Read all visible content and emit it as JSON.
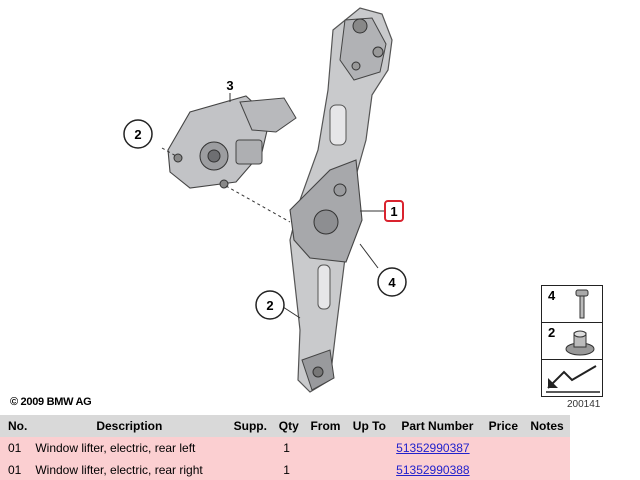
{
  "diagram": {
    "callouts": [
      "1",
      "2",
      "2",
      "3",
      "4"
    ],
    "copyright": "© 2009 BMW AG",
    "diagram_id": "200141",
    "legend": [
      {
        "number": "4",
        "icon": "bolt-icon"
      },
      {
        "number": "2",
        "icon": "nut-icon"
      }
    ]
  },
  "table": {
    "headers": [
      "No.",
      "Description",
      "Supp.",
      "Qty",
      "From",
      "Up To",
      "Part Number",
      "Price",
      "Notes"
    ],
    "rows": [
      {
        "no": "01",
        "description": "Window lifter, electric, rear left",
        "supp": "",
        "qty": "1",
        "from": "",
        "upto": "",
        "part_number": "51352990387",
        "price": "",
        "notes": ""
      },
      {
        "no": "01",
        "description": "Window lifter, electric, rear right",
        "supp": "",
        "qty": "1",
        "from": "",
        "upto": "",
        "part_number": "51352990388",
        "price": "",
        "notes": ""
      }
    ]
  },
  "colors": {
    "row_highlight": "#fbcfd1",
    "header_bg": "#d9d9d9",
    "link": "#2222cc",
    "callout_active": "#d9232e"
  }
}
